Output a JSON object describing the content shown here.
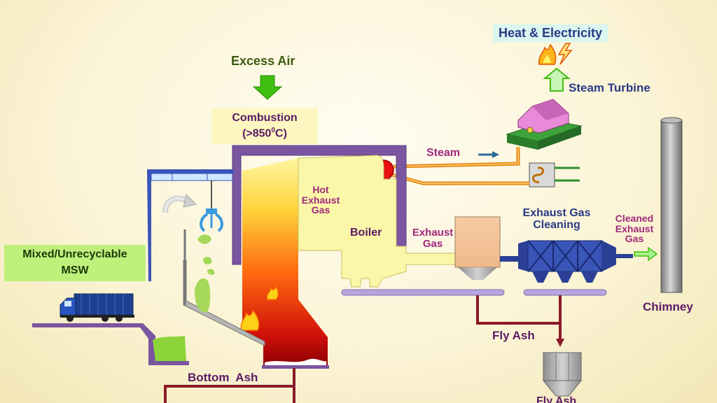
{
  "labels": {
    "heat_electricity": "Heat & Electricity",
    "steam_turbine": "Steam Turbine",
    "excess_air": "Excess Air",
    "combustion_line1": "Combustion",
    "combustion_line2": "(>850",
    "combustion_sup": "0",
    "combustion_line2_end": "C)",
    "steam": "Steam",
    "hot_exhaust_gas": [
      "Hot",
      "Exhaust",
      "Gas"
    ],
    "boiler": "Boiler",
    "exhaust_gas": [
      "Exhaust",
      "Gas"
    ],
    "exhaust_gas_cleaning": [
      "Exhaust Gas",
      "Cleaning"
    ],
    "cleaned_exhaust_gas": [
      "Cleaned",
      "Exhaust",
      "Gas"
    ],
    "chimney": "Chimney",
    "msw": [
      "Mixed/Unrecyclable",
      "MSW"
    ],
    "fly_ash": "Fly Ash",
    "fly_ash_bottom": "Fly Ash",
    "bottom_ash": "Bottom  Ash"
  },
  "colors": {
    "navy_label": "#2b3a86",
    "green_label": "#3d5c0f",
    "purple_label": "#a0287d",
    "dark_purple_label": "#5b1a66",
    "furnace_wall": "#7a55a0",
    "ash_line": "#8b1a2a",
    "arrow_green": "#3fbf10",
    "flue_blue": "#2a3f95"
  }
}
